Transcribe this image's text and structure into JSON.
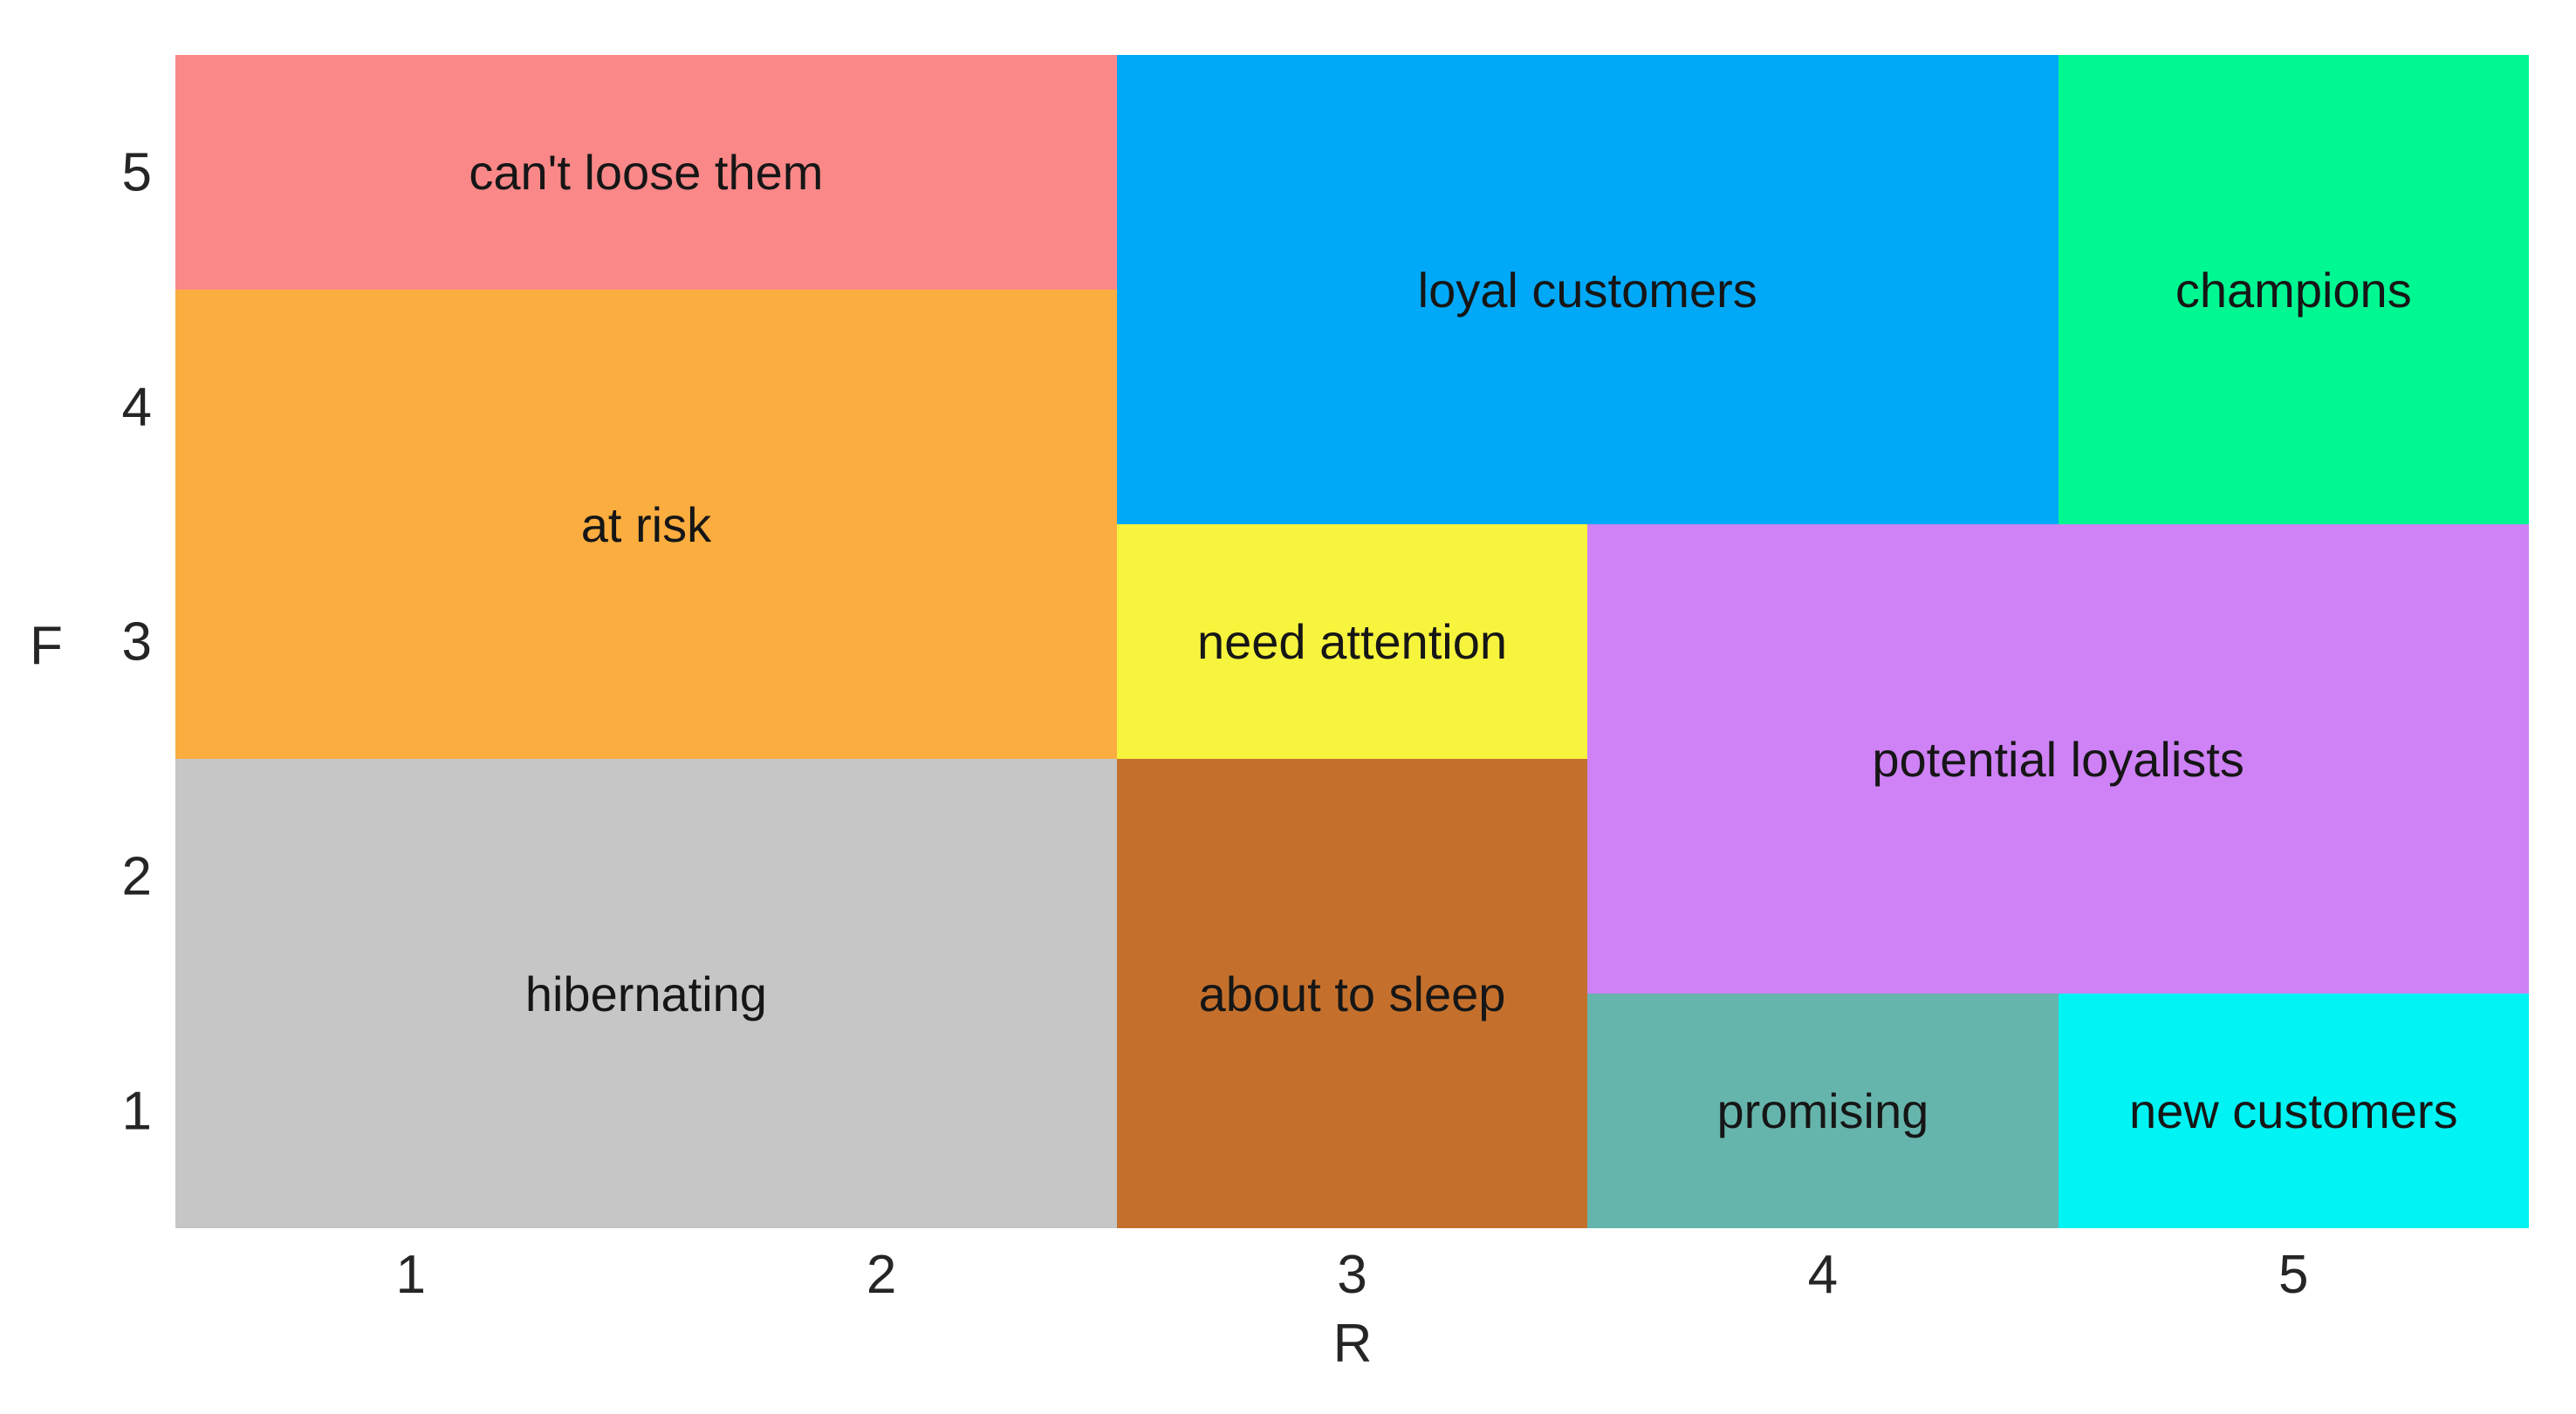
{
  "figure": {
    "background": "#ffffff",
    "text_color": "#161616",
    "tick_color": "#252525"
  },
  "chart_data": {
    "type": "heatmap",
    "subtype": "rfm-segment-grid",
    "title": "",
    "xlabel": "R",
    "ylabel": "F",
    "x_ticks": [
      "1",
      "2",
      "3",
      "4",
      "5"
    ],
    "y_ticks": [
      "5",
      "4",
      "3",
      "2",
      "1"
    ],
    "xlim": [
      0.5,
      5.5
    ],
    "ylim": [
      0.5,
      5.5
    ],
    "grid": false,
    "legend": "none",
    "segments": [
      {
        "label": "can't loose them",
        "r": [
          0.5,
          2.5
        ],
        "f": [
          4.5,
          5.5
        ],
        "color": "#FA8888"
      },
      {
        "label": "at risk",
        "r": [
          0.5,
          2.5
        ],
        "f": [
          2.5,
          4.5
        ],
        "color": "#FBAD40"
      },
      {
        "label": "hibernating",
        "r": [
          0.5,
          2.5
        ],
        "f": [
          0.5,
          2.5
        ],
        "color": "#C6C6C6"
      },
      {
        "label": "loyal customers",
        "r": [
          2.5,
          4.5
        ],
        "f": [
          3.5,
          5.5
        ],
        "color": "#00A9F8"
      },
      {
        "label": "champions",
        "r": [
          4.5,
          5.5
        ],
        "f": [
          3.5,
          5.5
        ],
        "color": "#00F893"
      },
      {
        "label": "need attention",
        "r": [
          2.5,
          3.5
        ],
        "f": [
          2.5,
          3.5
        ],
        "color": "#F7F43D"
      },
      {
        "label": "potential loyalists",
        "r": [
          3.5,
          5.5
        ],
        "f": [
          1.5,
          3.5
        ],
        "color": "#CE82F5"
      },
      {
        "label": "about to sleep",
        "r": [
          2.5,
          3.5
        ],
        "f": [
          0.5,
          2.5
        ],
        "color": "#C4702C"
      },
      {
        "label": "promising",
        "r": [
          3.5,
          4.5
        ],
        "f": [
          0.5,
          1.5
        ],
        "color": "#66B5AC"
      },
      {
        "label": "new customers",
        "r": [
          4.5,
          5.5
        ],
        "f": [
          0.5,
          1.5
        ],
        "color": "#00F4F4"
      }
    ]
  }
}
